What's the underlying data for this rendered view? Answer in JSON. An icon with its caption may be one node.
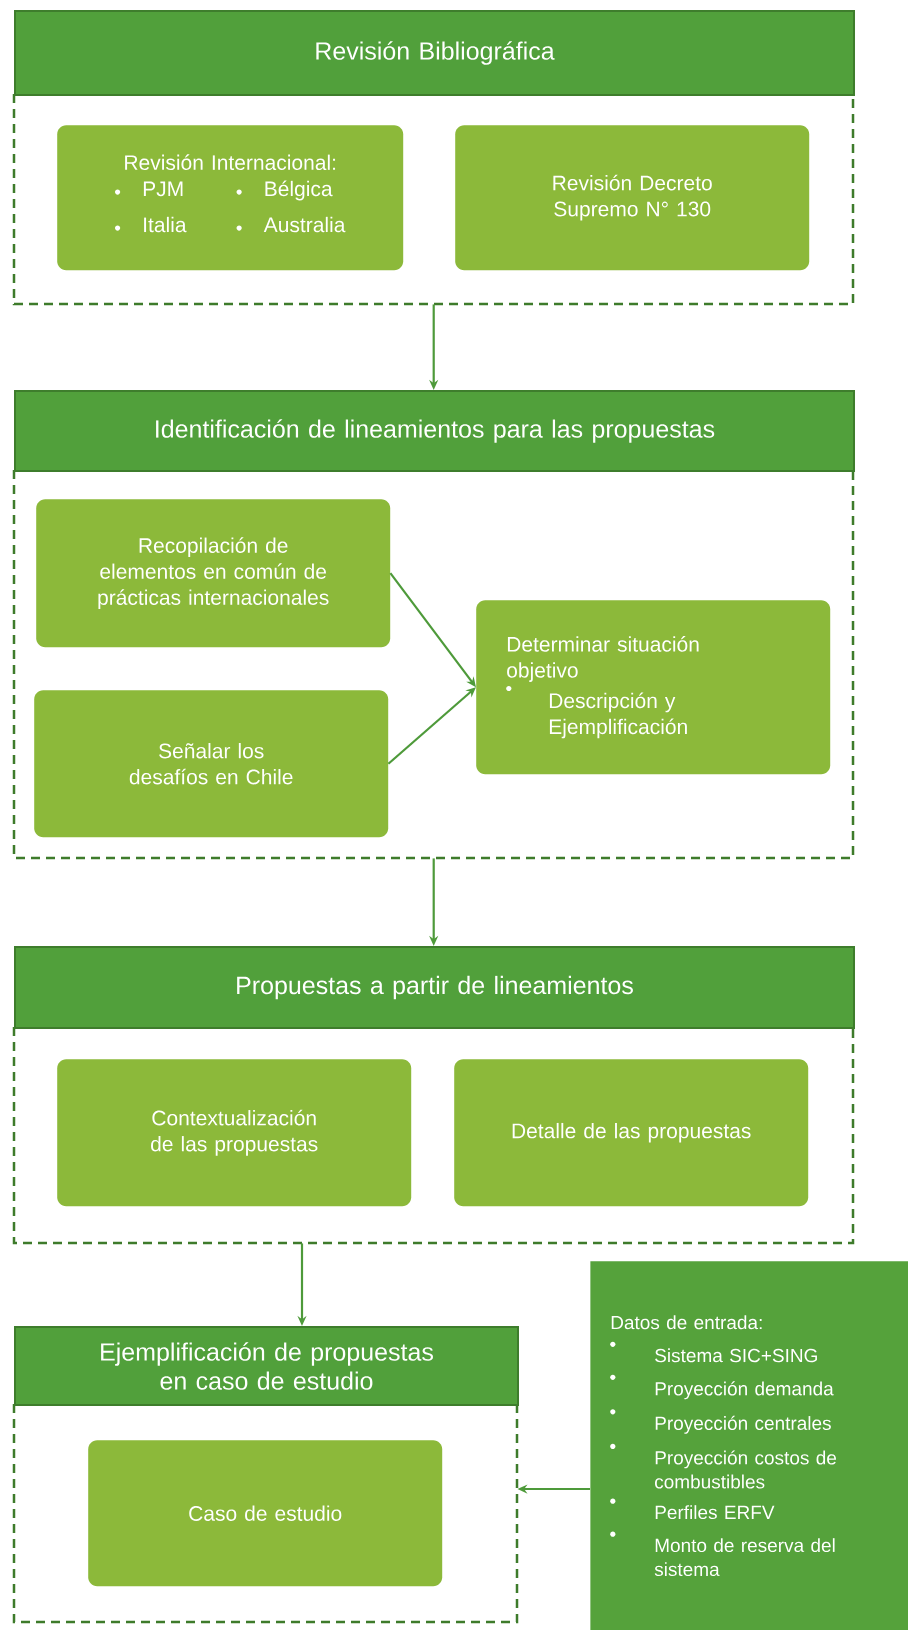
{
  "diagram": {
    "nodes": [
      {
        "text": [
          "Revisión Bibliográfica"
        ]
      },
      {
        "text": [
          "Revisión Internacional:",
          "PJM",
          "Bélgica",
          "Italia",
          "Australia"
        ],
        "in": 0
      },
      {
        "text": [
          "Revisión Decreto Supremo N° 130"
        ],
        "in": 0
      },
      {
        "text": [
          "Identificación de lineamientos para las propuestas"
        ]
      },
      {
        "text": [
          "Recopilación de elementos en común de prácticas internacionales"
        ],
        "in": 3
      },
      {
        "text": [
          "Señalar los desafíos en Chile"
        ],
        "in": 3
      },
      {
        "text": [
          "Determinar situación objetivo",
          "Descripción y Ejemplificación"
        ],
        "in": 3
      },
      {
        "text": [
          "Propuestas a partir de lineamientos"
        ]
      },
      {
        "text": [
          "Contextualización de las propuestas"
        ],
        "in": 7
      },
      {
        "text": [
          "Detalle de las propuestas"
        ],
        "in": 7
      },
      {
        "text": [
          "Ejemplificación de propuestas en caso de estudio"
        ]
      },
      {
        "text": [
          "Caso de estudio"
        ],
        "in": 10
      },
      {
        "text": [
          "Datos de entrada:",
          "Sistema SIC+SING",
          "Proyección demanda",
          "Proyección centrales",
          "Proyección costos de combustibles",
          "Perfiles ERFV",
          "Monto de reserva del sistema"
        ]
      }
    ],
    "edges": [
      {
        "from": 0,
        "to": 3,
        "arrow": "to"
      },
      {
        "from": 4,
        "to": 6,
        "arrow": "to"
      },
      {
        "from": 5,
        "to": 6,
        "arrow": "to"
      },
      {
        "from": 3,
        "to": 7,
        "arrow": "to"
      },
      {
        "from": 7,
        "to": 10,
        "arrow": "to"
      },
      {
        "from": 12,
        "to": 10,
        "arrow": "to"
      }
    ]
  }
}
